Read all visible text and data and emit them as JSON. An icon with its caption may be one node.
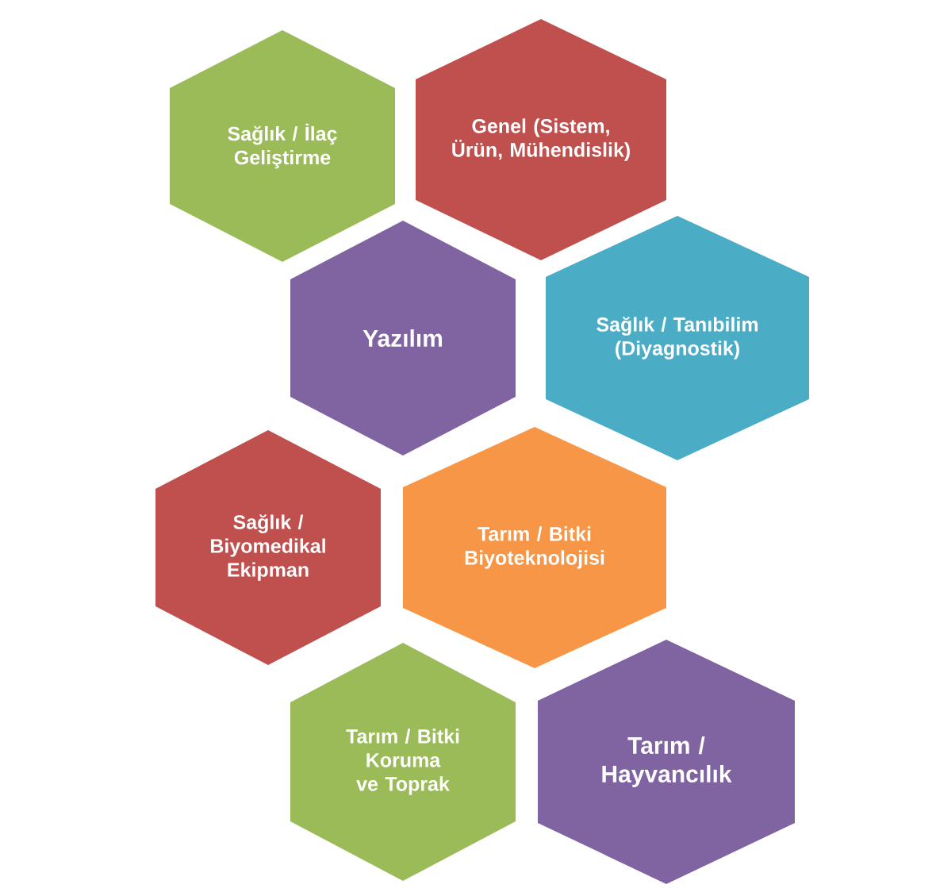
{
  "diagram": {
    "nodes": [
      {
        "text": [
          "Sağlık / İlaç Geliştirme"
        ]
      },
      {
        "text": [
          "Genel (Sistem, Ürün, Mühendislik)"
        ]
      },
      {
        "text": [
          "Yazılım"
        ]
      },
      {
        "text": [
          "Sağlık / Tanıbilim (Diyagnostik)"
        ]
      },
      {
        "text": [
          "Sağlık / Biyomedikal Ekipman"
        ]
      },
      {
        "text": [
          "Tarım / Bitki Biyoteknolojisi"
        ]
      },
      {
        "text": [
          "Tarım / Bitki Koruma ve Toprak"
        ]
      },
      {
        "text": [
          "Tarım / Hayvancılık"
        ]
      }
    ]
  }
}
